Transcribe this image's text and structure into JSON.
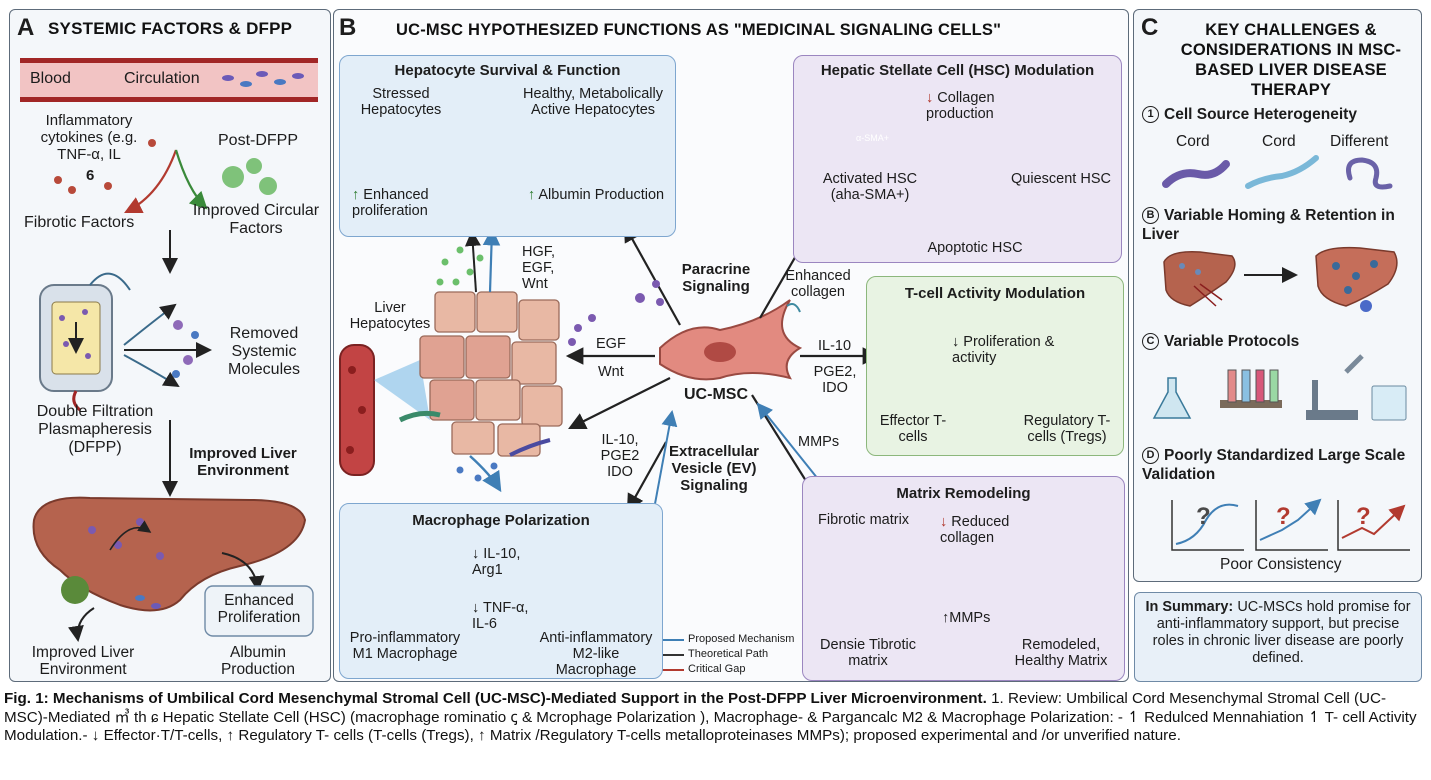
{
  "panelA": {
    "letter": "A",
    "title": "SYSTEMIC FACTORS & DFPP",
    "blood": "Blood",
    "circulation": "Circulation",
    "inflammatory": "Inflammatory cytokines (e.g. TNF-α, IL",
    "il_six": "6",
    "post_dfpp": "Post-DFPP",
    "fibrotic": "Fibrotic Factors",
    "improved_circ": "Improved Circular Factors",
    "removed": "Removed Systemic Molecules",
    "dfpp": "Double Filtration Plasmapheresis (DFPP)",
    "improved_env": "Improved Liver Environment",
    "enhanced_prolif": "Enhanced Proliferation",
    "improved_liver": "Improved Liver Environment",
    "albumin": "Albumin Production"
  },
  "panelB": {
    "letter": "B",
    "title": "UC-MSC HYPOTHESIZED FUNCTIONS AS \"MEDICINAL SIGNALING CELLS\"",
    "hepatocyte_box": {
      "title": "Hepatocyte Survival & Function",
      "stressed": "Stressed Hepatocytes",
      "healthy": "Healthy, Metabolically Active Hepatocytes",
      "enhanced": "Enhanced proliferation",
      "albumin": "Albumin Production"
    },
    "hsc_box": {
      "title": "Hepatic Stellate Cell (HSC) Modulation",
      "collagen": "Collagen production",
      "activated": "Activated HSC (aha-SMA+)",
      "sma": "α-SMA+",
      "quiescent": "Quiescent HSC",
      "apoptotic": "Apoptotic HSC"
    },
    "tcell_box": {
      "title": "T-cell Activity Modulation",
      "prolif": "Proliferation & activity",
      "effector": "Effector T-cells",
      "regulatory": "Regulatory T-cells (Tregs)"
    },
    "matrix_box": {
      "title": "Matrix Remodeling",
      "fibrotic": "Fibrotic matrix",
      "reduced": "Reduced collagen",
      "mmps": "MMPs",
      "dense": "Densie Tibrotic matrix",
      "remodeled": "Remodeled, Healthy Matrix"
    },
    "macrophage_box": {
      "title": "Macrophage Polarization",
      "il10": "IL-10, Arg1",
      "tnf": "TNF-α, IL-6",
      "m1": "Pro-inflammatory M1 Macrophage",
      "m2": "Anti-inflammatory M2-like Macrophage"
    },
    "center": {
      "ucmsc": "UC-MSC",
      "paracrine": "Paracrine Signaling",
      "ev": "Extracellular Vesicle (EV) Signaling",
      "hgf": "HGF, EGF, Wnt",
      "enhanced_collagen": "Enhanced collagen",
      "liver_hep": "Liver Hepatocytes",
      "egf": "EGF",
      "wnt": "Wnt",
      "il10_right": "IL-10",
      "pge2_right": "PGE2, IDO",
      "il10_left": "IL-10, PGE2 IDO",
      "mmps": "MMPs"
    },
    "legend": {
      "proposed": "Proposed Mechanism",
      "theoretical": "Theoretical Path",
      "critical": "Critical Gap"
    }
  },
  "panelC": {
    "letter": "C",
    "title": "KEY CHALLENGES & CONSIDERATIONS IN MSC-BASED LIVER DISEASE THERAPY",
    "item1": "Cell Source Heterogeneity",
    "item1_num": "1",
    "cord1": "Cord",
    "cord2": "Cord",
    "different": "Different",
    "item2": "Variable Homing & Retention in Liver",
    "item2_num": "B",
    "item3": "Variable Protocols",
    "item3_num": "C",
    "item4": "Poorly Standardized Large Scale Validation",
    "item4_num": "D",
    "poor": "Poor Consistency",
    "qmark": "?"
  },
  "summary": {
    "lead": "In Summary:",
    "text": "UC-MSCs hold promise for anti-inflammatory support, but precise roles in chronic liver disease are poorly defined."
  },
  "caption": {
    "bold": "Fig. 1: Mechanisms of Umbilical Cord Mesenchymal Stromal Cell (UC-MSC)-Mediated Support in the Post-DFPP Liver Microenvironment.",
    "text": " 1. Review: Umbilical Cord Mesenchymal Stromal Cell (UC-MSC)-Mediated ㎥ th ɕ Hepatic Stellate Cell (HSC) (macrophage rominatio ꞔ & Mcrophage Polarization ), Macrophage- & Pargancalc M2 & Macrophage Polarization: - ↿ Redulced Mennahiation ↿ T- cell Activity Modulation.- ↓ Effector·T/T-cells, ↑ Regulatory T- cells (T-cells (Tregs), ↑ Matrix /Regulatory T-cells metalloproteinases MMPs); proposed experimental and /or unverified nature."
  },
  "colors": {
    "blue_box": "#e3eef8",
    "purple_box": "#ece6f4",
    "green_box": "#e8f3e3",
    "blood": "#f2c4c4",
    "liver": "#b5634e",
    "msc": "#e28a80",
    "proposed": "#3f7fb5",
    "theoretical": "#333333",
    "critical": "#b23a2f"
  }
}
